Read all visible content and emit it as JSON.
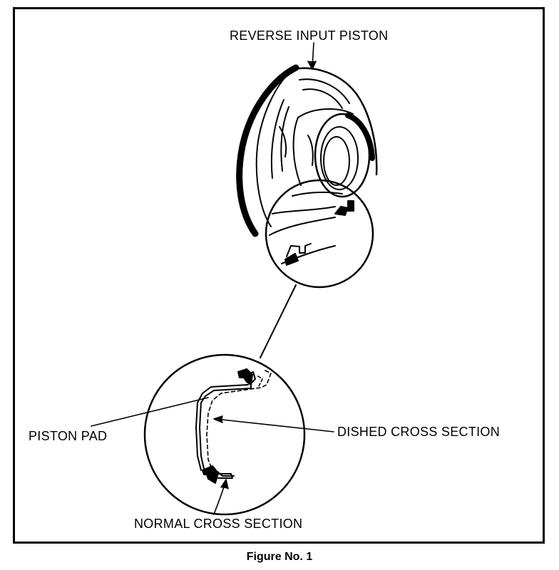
{
  "labels": {
    "reverse_input_piston": "REVERSE INPUT PISTON",
    "piston_pad": "PISTON PAD",
    "dished_cross_section": "DISHED CROSS SECTION",
    "normal_cross_section": "NORMAL CROSS SECTION"
  },
  "caption": "Figure No. 1"
}
